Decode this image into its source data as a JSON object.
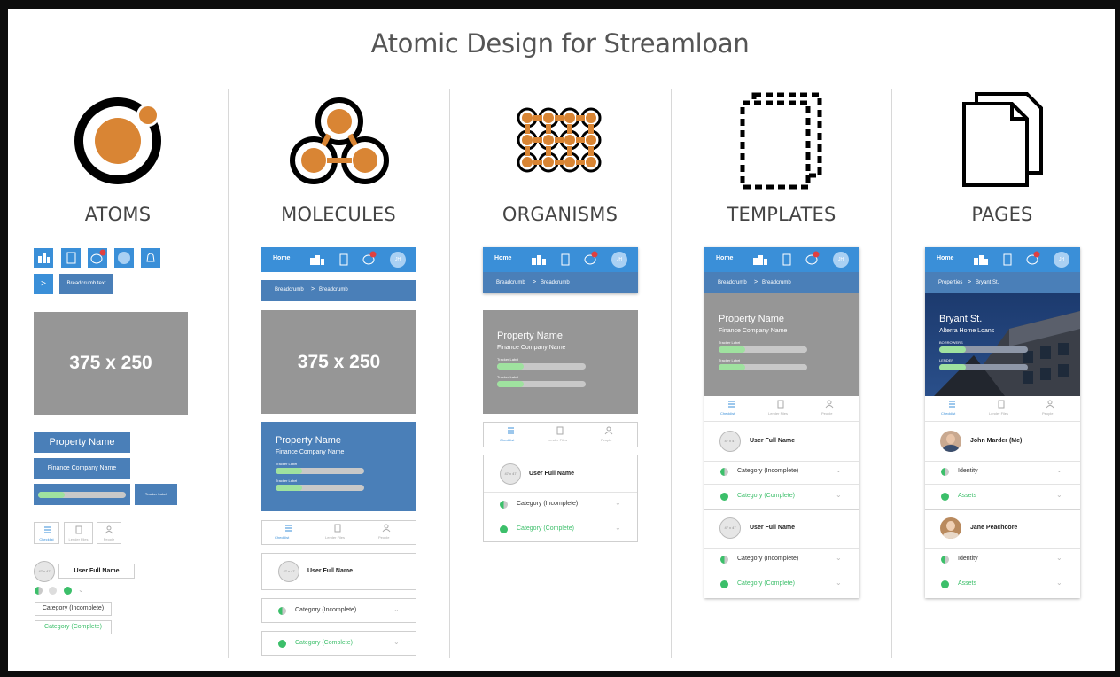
{
  "title": "Atomic Design for Streamloan",
  "columns": [
    {
      "heading": "ATOMS"
    },
    {
      "heading": "MOLECULES"
    },
    {
      "heading": "ORGANISMS"
    },
    {
      "heading": "TEMPLATES"
    },
    {
      "heading": "PAGES"
    }
  ],
  "ui": {
    "home": "Home",
    "badge": "1",
    "avatar_initials": "JH",
    "breadcrumb_text": "Breadcrumb text",
    "breadcrumb": "Breadcrumb",
    "breadcrumb_arrow": ">",
    "placeholder": "375 x 250",
    "property_name": "Property Name",
    "finance_company": "Finance Company Name",
    "tracker_label": "Tracker Label",
    "tab_checklist": "Checklist",
    "tab_lender": "Lender Files",
    "tab_people": "People",
    "avatar_size": "47 x 47",
    "user_full_name": "User Full Name",
    "cat_incomplete": "Category (Incomplete)",
    "cat_complete": "Category (Complete)"
  },
  "pages": {
    "crumb1": "Properties",
    "crumb2": "Bryant St.",
    "property": "Bryant St.",
    "company": "Alterra Home Loans",
    "tracker1": "BORROWERS",
    "tracker2": "LENDER",
    "person1": "John Marder (Me)",
    "person2": "Jane Peachcore",
    "identity": "Identity",
    "assets": "Assets"
  },
  "colors": {
    "accent": "#3a8fd8",
    "orange": "#d98534",
    "green": "#3cbf6a"
  }
}
